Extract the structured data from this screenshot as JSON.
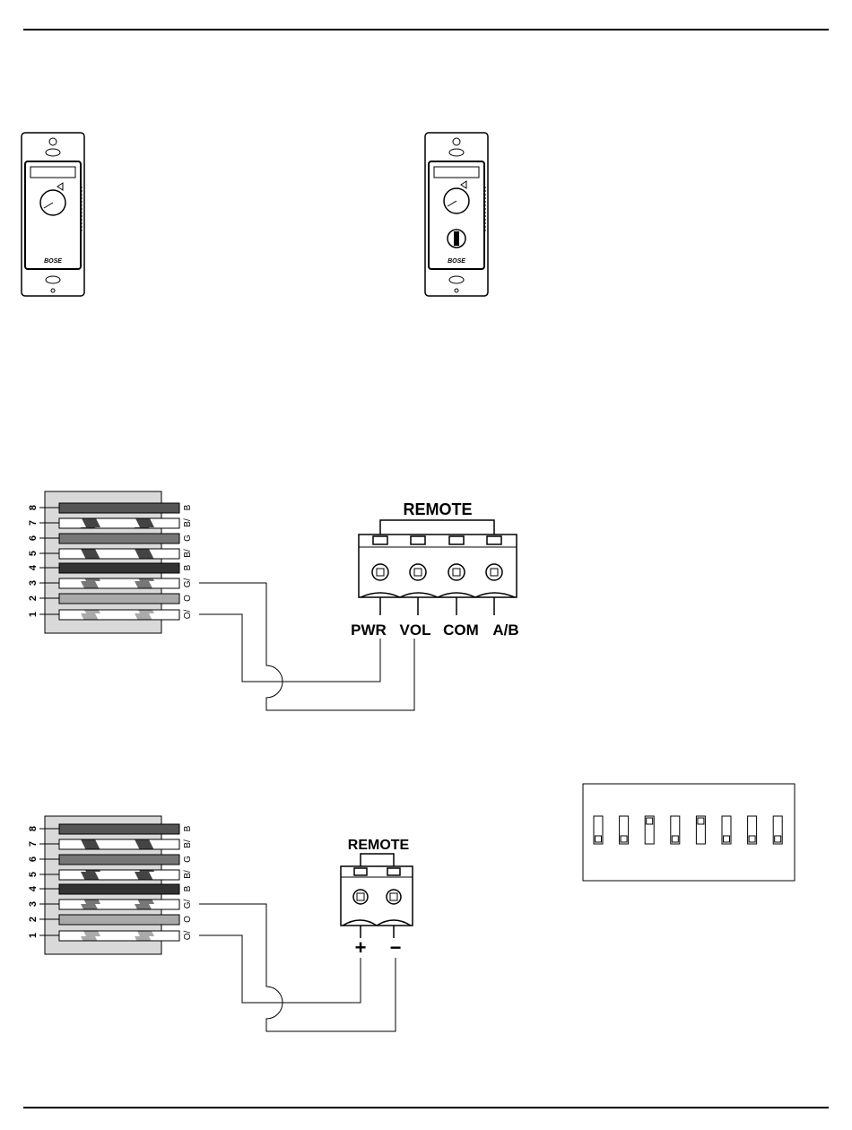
{
  "devices": {
    "left_plate_logo": "BOSE",
    "right_plate_logo": "BOSE"
  },
  "diagram_top": {
    "pin_numbers": [
      "8",
      "7",
      "6",
      "5",
      "4",
      "3",
      "2",
      "1"
    ],
    "wire_labels": [
      "B",
      "B/",
      "G",
      "B/",
      "B",
      "G/",
      "O",
      "O/"
    ],
    "connector_title": "REMOTE",
    "terminals": [
      "PWR",
      "VOL",
      "COM",
      "A/B"
    ]
  },
  "diagram_bottom": {
    "pin_numbers": [
      "8",
      "7",
      "6",
      "5",
      "4",
      "3",
      "2",
      "1"
    ],
    "wire_labels": [
      "B",
      "B/",
      "G",
      "B/",
      "B",
      "G/",
      "O",
      "O/"
    ],
    "connector_title": "REMOTE",
    "terminals": [
      "+",
      "−"
    ]
  },
  "dip_switch": {
    "positions": [
      "down",
      "down",
      "up",
      "down",
      "up",
      "down",
      "down",
      "down"
    ]
  },
  "colors": {
    "line": "#000000",
    "plate_fill": "#ffffff",
    "jack_body": "#d9d9d9"
  }
}
